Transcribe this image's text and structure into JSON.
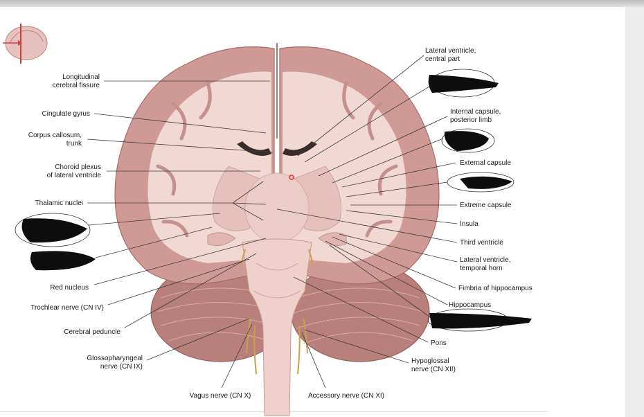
{
  "labels_left": [
    {
      "id": "longitudinal-fissure",
      "lines": [
        "Longitudinal",
        "cerebral fissure"
      ]
    },
    {
      "id": "cingulate-gyrus",
      "lines": [
        "Cingulate gyrus"
      ]
    },
    {
      "id": "corpus-callosum",
      "lines": [
        "Corpus callosum,",
        "trunk"
      ]
    },
    {
      "id": "choroid-plexus",
      "lines": [
        "Choroid plexus",
        "of lateral ventricle"
      ]
    },
    {
      "id": "thalamic-nuclei",
      "lines": [
        "Thalamic nuclei"
      ]
    },
    {
      "id": "red-nucleus",
      "lines": [
        "Red nucleus"
      ]
    },
    {
      "id": "trochlear-nerve",
      "lines": [
        "Trochlear nerve (CN IV)"
      ]
    },
    {
      "id": "cerebral-peduncle",
      "lines": [
        "Cerebral peduncle"
      ]
    },
    {
      "id": "glossopharyngeal-nerve",
      "lines": [
        "Glossopharyngeal",
        "nerve (CN IX)"
      ]
    }
  ],
  "labels_right": [
    {
      "id": "lateral-ventricle-central",
      "lines": [
        "Lateral ventricle,",
        "central part"
      ]
    },
    {
      "id": "internal-capsule",
      "lines": [
        "Internal capsule,",
        "posterior limb"
      ]
    },
    {
      "id": "external-capsule",
      "lines": [
        "External capsule"
      ]
    },
    {
      "id": "extreme-capsule",
      "lines": [
        "Extreme capsule"
      ]
    },
    {
      "id": "insula",
      "lines": [
        "Insula"
      ]
    },
    {
      "id": "third-ventricle",
      "lines": [
        "Third ventricle"
      ]
    },
    {
      "id": "lateral-ventricle-temporal",
      "lines": [
        "Lateral ventricle,",
        "temporal horn"
      ]
    },
    {
      "id": "fimbria-hippocampus",
      "lines": [
        "Fimbria of hippocampus"
      ]
    },
    {
      "id": "hippocampus",
      "lines": [
        "Hippocampus"
      ]
    },
    {
      "id": "pons",
      "lines": [
        "Pons"
      ]
    },
    {
      "id": "hypoglossal-nerve",
      "lines": [
        "Hypoglossal",
        "nerve (CN XII)"
      ]
    }
  ],
  "labels_bottom": [
    {
      "id": "vagus-nerve",
      "lines": [
        "Vagus nerve (CN X)"
      ]
    },
    {
      "id": "accessory-nerve",
      "lines": [
        "Accessory nerve (CN XI)"
      ]
    }
  ],
  "colors": {
    "cortex": "#cf9a96",
    "white_matter": "#f1d8d3",
    "deep_nuclei": "#e6c0ba",
    "ventricle": "#3a2b2b",
    "redaction": "#0d0d0d",
    "cerebellum": "#b97f7b",
    "nerve": "#c8a24a"
  }
}
